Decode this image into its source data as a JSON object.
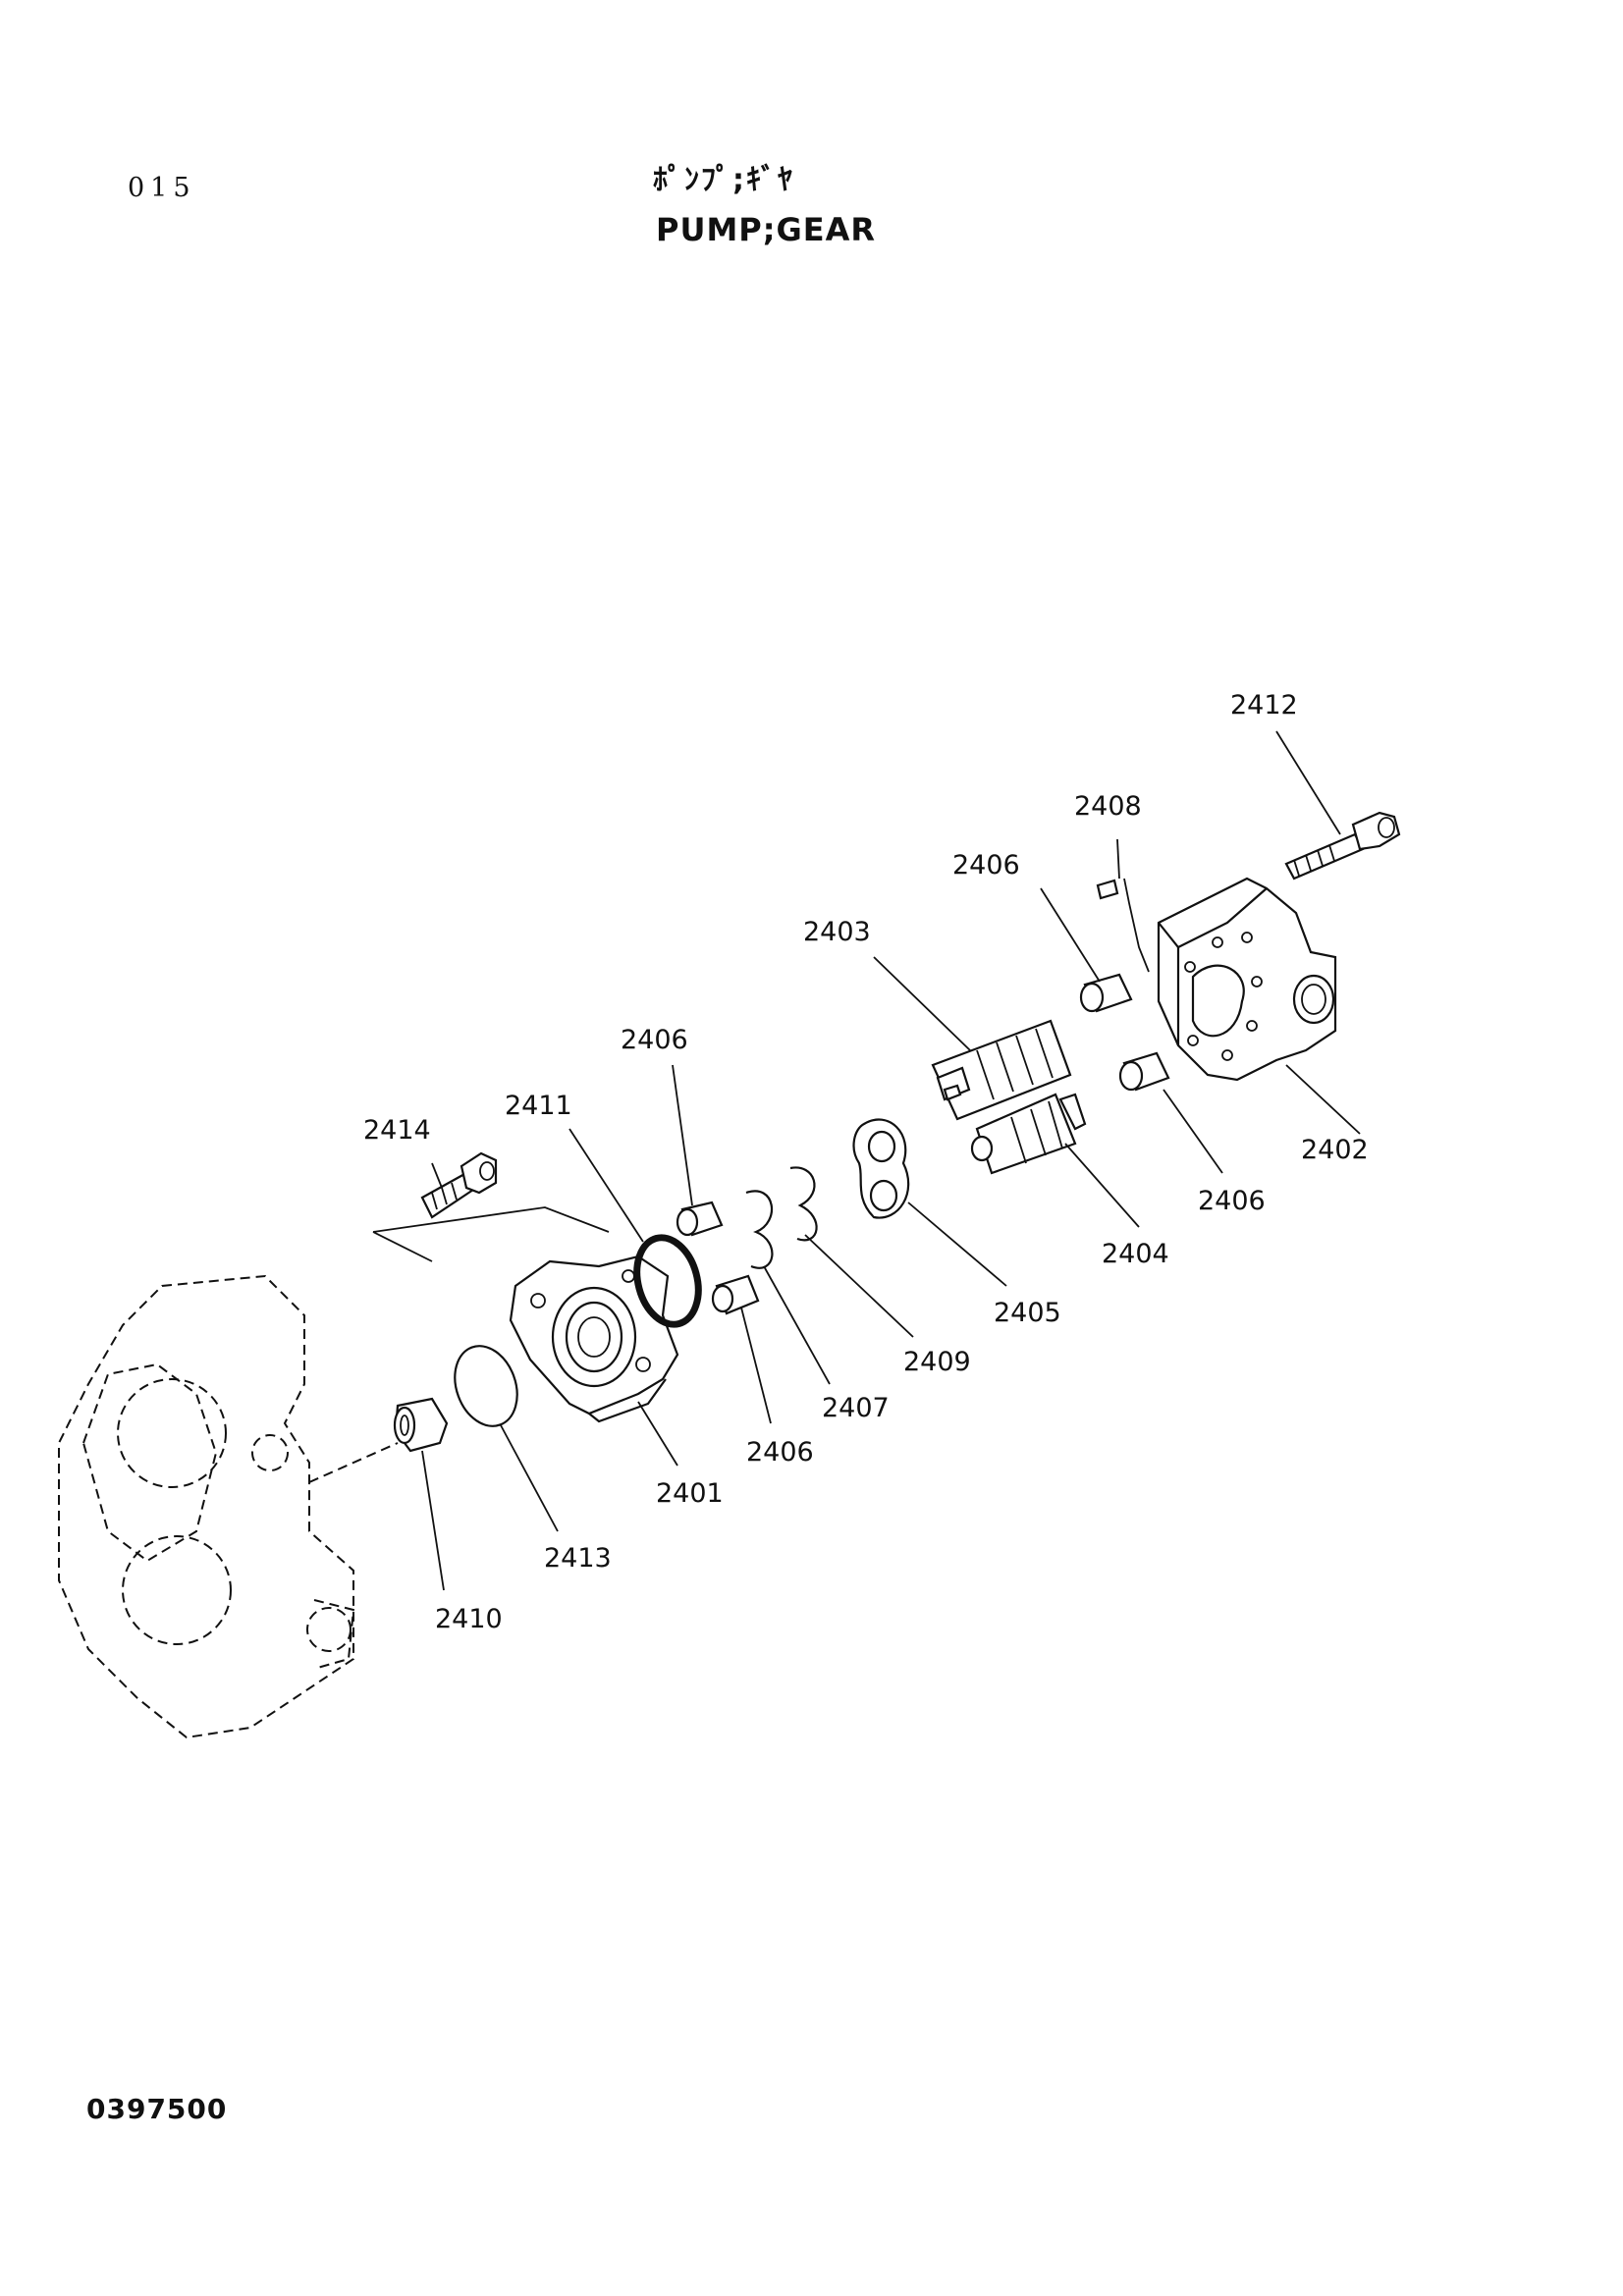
{
  "page": {
    "number": "015",
    "title_jp": "ﾎﾟﾝﾌﾟ;ｷﾞﾔ",
    "title_en": "PUMP;GEAR",
    "drawing_number": "0397500"
  },
  "callouts": [
    {
      "id": "c2412",
      "text": "2412"
    },
    {
      "id": "c2408",
      "text": "2408"
    },
    {
      "id": "c2406a",
      "text": "2406"
    },
    {
      "id": "c2403",
      "text": "2403"
    },
    {
      "id": "c2406b",
      "text": "2406"
    },
    {
      "id": "c2411",
      "text": "2411"
    },
    {
      "id": "c2414",
      "text": "2414"
    },
    {
      "id": "c2402",
      "text": "2402"
    },
    {
      "id": "c2406c",
      "text": "2406"
    },
    {
      "id": "c2404",
      "text": "2404"
    },
    {
      "id": "c2405",
      "text": "2405"
    },
    {
      "id": "c2409",
      "text": "2409"
    },
    {
      "id": "c2407",
      "text": "2407"
    },
    {
      "id": "c2406d",
      "text": "2406"
    },
    {
      "id": "c2401",
      "text": "2401"
    },
    {
      "id": "c2413",
      "text": "2413"
    },
    {
      "id": "c2410",
      "text": "2410"
    }
  ]
}
